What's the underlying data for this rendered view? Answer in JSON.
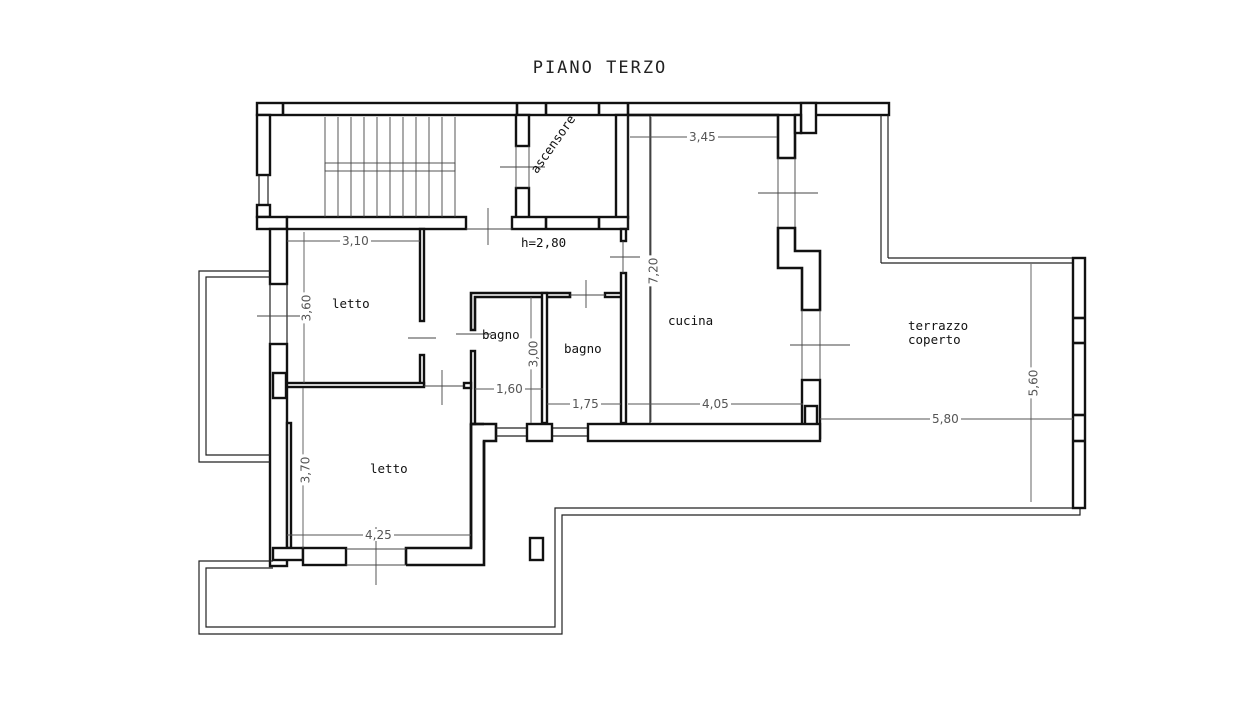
{
  "title": "PIANO TERZO",
  "rooms": {
    "ascensore": "ascensore",
    "letto_top": "letto",
    "letto_bottom": "letto",
    "bagno_left": "bagno",
    "bagno_right": "bagno",
    "cucina": "cucina",
    "terrazzo_line1": "terrazzo",
    "terrazzo_line2": "coperto"
  },
  "annotations": {
    "ceiling_height": "h=2,80"
  },
  "dimensions": {
    "letto_top_width": "3,10",
    "letto_top_height": "3,60",
    "letto_bottom_height": "3,70",
    "letto_bottom_width": "4,25",
    "bagno_left_width": "1,60",
    "bagno_height": "3,00",
    "bagno_right_width": "1,75",
    "cucina_top_width": "3,45",
    "cucina_height": "7,20",
    "cucina_bottom_width": "4,05",
    "terrazzo_width": "5,80",
    "terrazzo_height": "5,60"
  }
}
